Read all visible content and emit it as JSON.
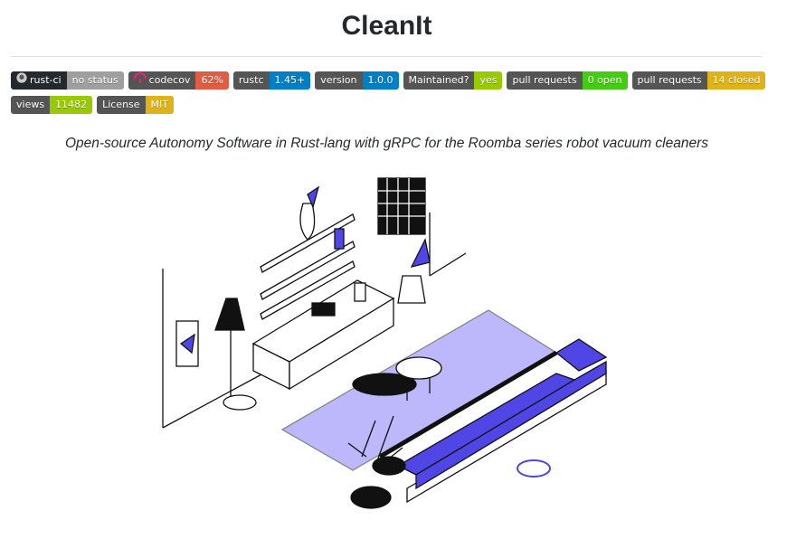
{
  "title": "CleanIt",
  "badges_row1": [
    {
      "label": "rust-ci",
      "value": "no status",
      "color": "#9f9f9f",
      "icon": "github-icon"
    },
    {
      "label": "codecov",
      "value": "62%",
      "color": "#e05d44",
      "icon": "codecov-icon"
    },
    {
      "label": "rustc",
      "value": "1.45+",
      "color": "#007ec6"
    },
    {
      "label": "version",
      "value": "1.0.0",
      "color": "#007ec6"
    },
    {
      "label": "Maintained?",
      "value": "yes",
      "color": "#97ca00"
    },
    {
      "label": "pull requests",
      "value": "0 open",
      "color": "#4c1"
    },
    {
      "label": "pull requests",
      "value": "14 closed",
      "color": "#dfb317"
    }
  ],
  "badges_row2": [
    {
      "label": "views",
      "value": "11482",
      "color": "#97ca00"
    },
    {
      "label": "License",
      "value": "MIT",
      "color": "#dfb317"
    }
  ],
  "tagline": "Open-source Autonomy Software in Rust-lang with gRPC for the Roomba series robot vacuum cleaners",
  "colors": {
    "accent": "#5046e5",
    "rug": "#bcb8fb"
  }
}
